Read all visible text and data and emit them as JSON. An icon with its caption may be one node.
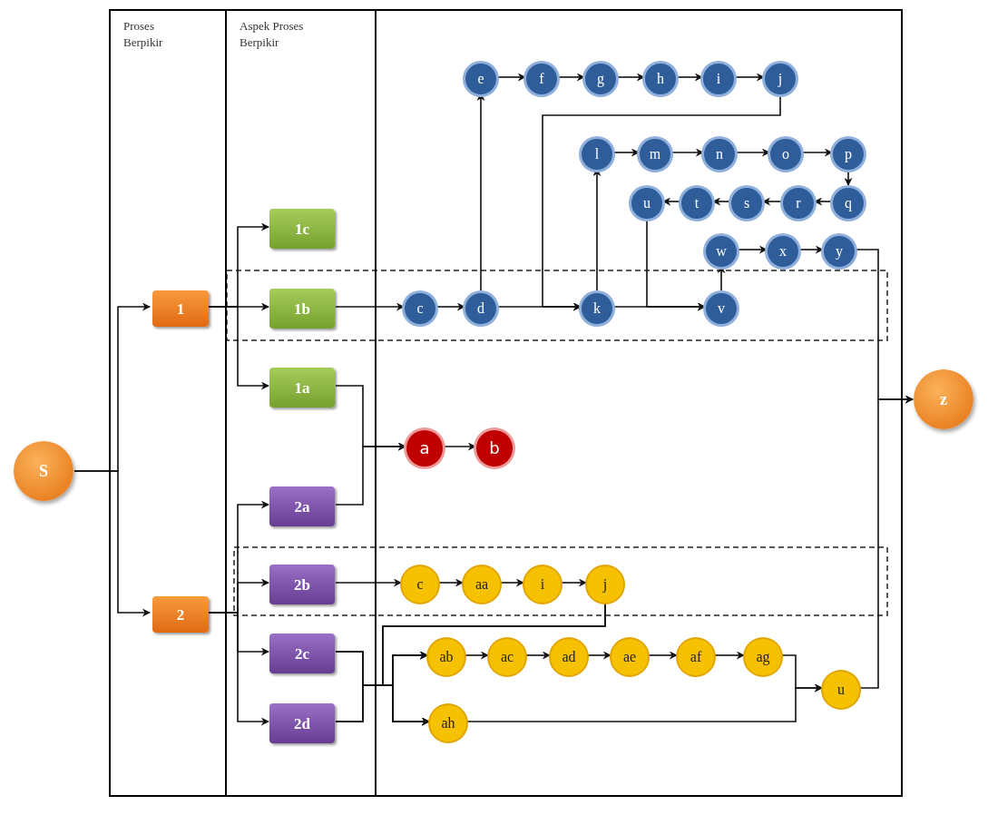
{
  "diagram": {
    "nodes": [
      {
        "text": [
          "Proses Berpikir"
        ]
      },
      {
        "text": [
          "Aspek Proses Berpikir"
        ]
      },
      {
        "text": [],
        "shape": "box"
      },
      {
        "text": [
          "S"
        ]
      },
      {
        "text": [
          "1"
        ],
        "in": 0
      },
      {
        "text": [
          "2"
        ],
        "in": 0
      },
      {
        "text": [
          "1c"
        ],
        "in": 1
      },
      {
        "text": [
          "1b"
        ],
        "in": 1
      },
      {
        "text": [
          "1a"
        ],
        "in": 1
      },
      {
        "text": [
          "2a"
        ],
        "in": 1
      },
      {
        "text": [
          "2b"
        ],
        "in": 1
      },
      {
        "text": [
          "2c"
        ],
        "in": 1
      },
      {
        "text": [
          "2d"
        ],
        "in": 1
      },
      {
        "text": [
          "z"
        ]
      },
      {
        "text": [
          "e"
        ],
        "in": 2
      },
      {
        "text": [
          "f"
        ],
        "in": 2
      },
      {
        "text": [
          "g"
        ],
        "in": 2
      },
      {
        "text": [
          "h"
        ],
        "in": 2
      },
      {
        "text": [
          "i"
        ],
        "in": 2
      },
      {
        "text": [
          "j"
        ],
        "in": 2
      },
      {
        "text": [
          "l"
        ],
        "in": 2
      },
      {
        "text": [
          "m"
        ],
        "in": 2
      },
      {
        "text": [
          "n"
        ],
        "in": 2
      },
      {
        "text": [
          "o"
        ],
        "in": 2
      },
      {
        "text": [
          "p"
        ],
        "in": 2
      },
      {
        "text": [
          "u"
        ],
        "in": 2
      },
      {
        "text": [
          "t"
        ],
        "in": 2
      },
      {
        "text": [
          "s"
        ],
        "in": 2
      },
      {
        "text": [
          "r"
        ],
        "in": 2
      },
      {
        "text": [
          "q"
        ],
        "in": 2
      },
      {
        "text": [
          "w"
        ],
        "in": 2
      },
      {
        "text": [
          "x"
        ],
        "in": 2
      },
      {
        "text": [
          "y"
        ],
        "in": 2
      },
      {
        "text": [
          "c"
        ],
        "in": 2
      },
      {
        "text": [
          "d"
        ],
        "in": 2
      },
      {
        "text": [
          "k"
        ],
        "in": 2
      },
      {
        "text": [
          "v"
        ],
        "in": 2
      },
      {
        "text": [
          "a"
        ],
        "in": 2
      },
      {
        "text": [
          "b"
        ],
        "in": 2
      },
      {
        "text": [
          "c"
        ],
        "in": 2
      },
      {
        "text": [
          "aa"
        ],
        "in": 2
      },
      {
        "text": [
          "i"
        ],
        "in": 2
      },
      {
        "text": [
          "j"
        ],
        "in": 2
      },
      {
        "text": [
          "ab"
        ],
        "in": 2
      },
      {
        "text": [
          "ac"
        ],
        "in": 2
      },
      {
        "text": [
          "ad"
        ],
        "in": 2
      },
      {
        "text": [
          "ae"
        ],
        "in": 2
      },
      {
        "text": [
          "af"
        ],
        "in": 2
      },
      {
        "text": [
          "ag"
        ],
        "in": 2
      },
      {
        "text": [
          "u"
        ],
        "in": 2
      },
      {
        "text": [
          "ah"
        ],
        "in": 2
      }
    ],
    "edges": [
      {
        "from": 3,
        "to": 4,
        "arrow": "to"
      },
      {
        "from": 3,
        "to": 5,
        "arrow": "to"
      },
      {
        "from": 4,
        "to": 6,
        "arrow": "to"
      },
      {
        "from": 4,
        "to": 7,
        "arrow": "to"
      },
      {
        "from": 4,
        "to": 8,
        "arrow": "to"
      },
      {
        "from": 5,
        "to": 9,
        "arrow": "to"
      },
      {
        "from": 5,
        "to": 10,
        "arrow": "to"
      },
      {
        "from": 5,
        "to": 11,
        "arrow": "to"
      },
      {
        "from": 5,
        "to": 12,
        "arrow": "to"
      },
      {
        "from": 7,
        "to": 33,
        "arrow": "to"
      },
      {
        "from": 33,
        "to": 34,
        "arrow": "to"
      },
      {
        "from": 34,
        "to": 14,
        "arrow": "to"
      },
      {
        "from": 14,
        "to": 15,
        "arrow": "to"
      },
      {
        "from": 15,
        "to": 16,
        "arrow": "to"
      },
      {
        "from": 16,
        "to": 17,
        "arrow": "to"
      },
      {
        "from": 17,
        "to": 18,
        "arrow": "to"
      },
      {
        "from": 18,
        "to": 19,
        "arrow": "to"
      },
      {
        "from": 19,
        "to": 35,
        "arrow": "to"
      },
      {
        "from": 34,
        "to": 35,
        "arrow": "to"
      },
      {
        "from": 35,
        "to": 20,
        "arrow": "to"
      },
      {
        "from": 20,
        "to": 21,
        "arrow": "to"
      },
      {
        "from": 21,
        "to": 22,
        "arrow": "to"
      },
      {
        "from": 22,
        "to": 23,
        "arrow": "to"
      },
      {
        "from": 23,
        "to": 24,
        "arrow": "to"
      },
      {
        "from": 24,
        "to": 29,
        "arrow": "to"
      },
      {
        "from": 29,
        "to": 28,
        "arrow": "to"
      },
      {
        "from": 28,
        "to": 27,
        "arrow": "to"
      },
      {
        "from": 27,
        "to": 26,
        "arrow": "to"
      },
      {
        "from": 26,
        "to": 25,
        "arrow": "to"
      },
      {
        "from": 25,
        "to": 36,
        "arrow": "to"
      },
      {
        "from": 35,
        "to": 36,
        "arrow": "to"
      },
      {
        "from": 36,
        "to": 30,
        "arrow": "to"
      },
      {
        "from": 30,
        "to": 31,
        "arrow": "to"
      },
      {
        "from": 31,
        "to": 32,
        "arrow": "to"
      },
      {
        "from": 32,
        "to": 13,
        "arrow": "to"
      },
      {
        "from": 8,
        "to": 37,
        "arrow": "to"
      },
      {
        "from": 9,
        "to": 37,
        "arrow": "to"
      },
      {
        "from": 37,
        "to": 38,
        "arrow": "to"
      },
      {
        "from": 10,
        "to": 39,
        "arrow": "to"
      },
      {
        "from": 39,
        "to": 40,
        "arrow": "to"
      },
      {
        "from": 40,
        "to": 41,
        "arrow": "to"
      },
      {
        "from": 41,
        "to": 42,
        "arrow": "to"
      },
      {
        "from": 42,
        "to": 43,
        "arrow": "to"
      },
      {
        "from": 42,
        "to": 50,
        "arrow": "to"
      },
      {
        "from": 11,
        "to": 43,
        "arrow": "to"
      },
      {
        "from": 11,
        "to": 50,
        "arrow": "to"
      },
      {
        "from": 12,
        "to": 43,
        "arrow": "to"
      },
      {
        "from": 12,
        "to": 50,
        "arrow": "to"
      },
      {
        "from": 43,
        "to": 44,
        "arrow": "to"
      },
      {
        "from": 44,
        "to": 45,
        "arrow": "to"
      },
      {
        "from": 45,
        "to": 46,
        "arrow": "to"
      },
      {
        "from": 46,
        "to": 47,
        "arrow": "to"
      },
      {
        "from": 47,
        "to": 48,
        "arrow": "to"
      },
      {
        "from": 48,
        "to": 49,
        "arrow": "to"
      },
      {
        "from": 50,
        "to": 49,
        "arrow": "to"
      },
      {
        "from": 49,
        "to": 13,
        "arrow": "to"
      }
    ]
  }
}
